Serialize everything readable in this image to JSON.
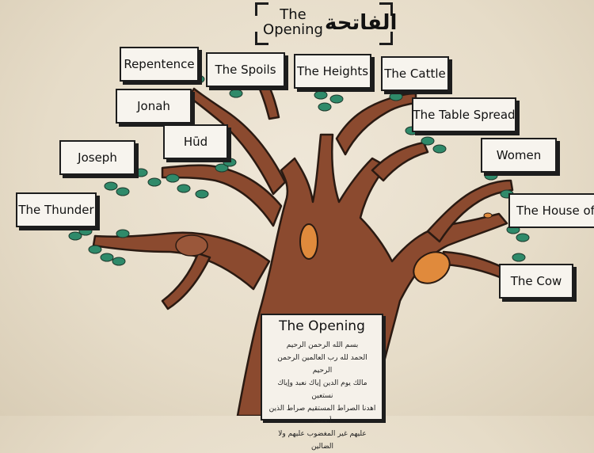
{
  "title": {
    "english": "The Opening",
    "arabic": "الفاتحة"
  },
  "plaque": {
    "title": "The Opening",
    "verses": [
      "بسم الله الرحمن الرحيم",
      "الحمد لله رب العالمين الرحمن الرحيم",
      "مالك يوم الدين إياك نعبد وإياك نستعين",
      "اهدنا الصراط المستقيم صراط الذين أنعمت",
      "عليهم غير المغضوب عليهم ولا الضالين"
    ]
  },
  "labels": {
    "repentence": "Repentence",
    "spoils": "The Spoils",
    "heights": "The Heights",
    "cattle": "The Cattle",
    "jonah": "Jonah",
    "table_spread": "The Table Spread",
    "hud": "Hūd",
    "joseph": "Joseph",
    "women": "Women",
    "thunder": "The Thunder",
    "house_of_imran": "The House of Imran",
    "cow": "The Cow"
  },
  "colors": {
    "trunk": "#8b4a2f",
    "trunk_outline": "#2a1a12",
    "leaf": "#2f8a6a",
    "knot": "#e08a3c"
  }
}
